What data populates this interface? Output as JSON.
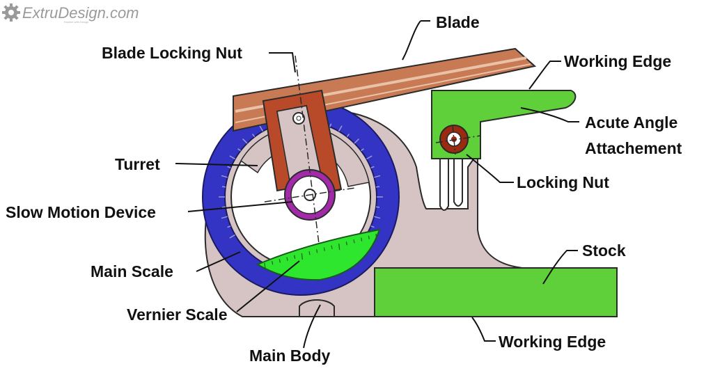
{
  "brand": {
    "name": "ExtruDesign.com",
    "tagline": "Explore with Design",
    "gear_icon": "gear-icon"
  },
  "labels": {
    "blade": "Blade",
    "blade_locking_nut": "Blade Locking Nut",
    "working_edge_top": "Working Edge",
    "acute_angle_line1": "Acute Angle",
    "acute_angle_line2": "Attachement",
    "turret": "Turret",
    "locking_nut": "Locking Nut",
    "slow_motion_device": "Slow Motion Device",
    "stock": "Stock",
    "main_scale": "Main  Scale",
    "vernier_scale": "Vernier Scale",
    "working_edge_bottom": "Working Edge",
    "main_body": "Main Body"
  },
  "colors": {
    "blade": "#c87a55",
    "blade_stripe": "#e9c2a8",
    "main_body": "#d6c4c4",
    "main_scale": "#3434c4",
    "vernier_scale": "#2ee62e",
    "attachment": "#5fd03a",
    "stock": "#5fd03a",
    "nut_red": "#9a2a10",
    "slow_motion_ring": "#a22aa8"
  }
}
